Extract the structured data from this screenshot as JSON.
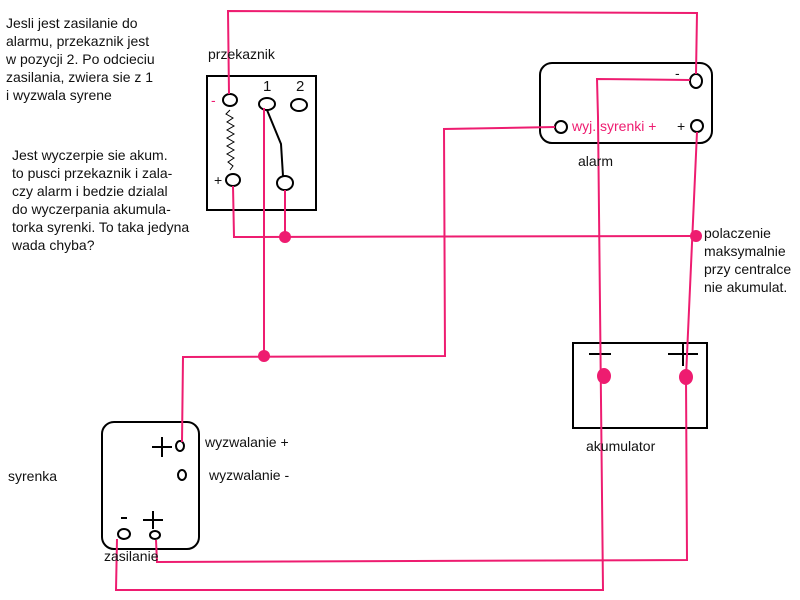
{
  "colors": {
    "wire": "#ee1c70",
    "outline": "#000000",
    "text": "#111111"
  },
  "notes": {
    "top_left": "Jesli jest zasilanie do\nalarmu, przekaznik jest\nw pozycji 2. Po odcieciu\nzasilania, zwiera sie z 1\ni wyzwala syrene",
    "middle_left": "Jest wyczerpie sie akum.\nto pusci przekaznik i zala-\nczy alarm i bedzie dzialal\ndo wyczerpania akumula-\ntorka syrenki. To taka jedyna\nwada chyba?",
    "right": "polaczenie\nmaksymalnie\nprzy centralce\nnie akumulat."
  },
  "relay": {
    "label": "przekaznik",
    "minus": "-",
    "plus": "+",
    "contact_1": "1",
    "contact_2": "2"
  },
  "alarm": {
    "label": "alarm",
    "minus": "-",
    "plus": "+",
    "siren_output": "wyj. syrenki +"
  },
  "battery": {
    "label": "akumulator",
    "minus_symbol": "—",
    "plus_symbol": "+"
  },
  "siren": {
    "label": "syrenka",
    "trigger_plus": "wyzwalanie +",
    "trigger_minus": "wyzwalanie -",
    "power_label": "zasilanie",
    "plus_symbol": "+",
    "minus_symbol": "-"
  }
}
